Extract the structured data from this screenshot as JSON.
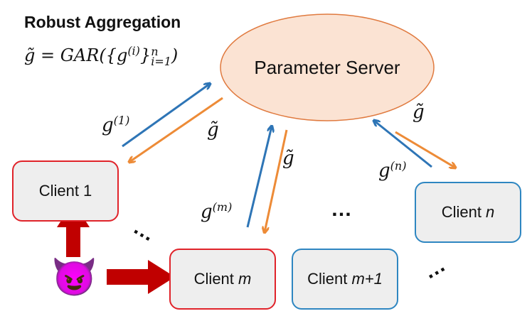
{
  "title": "Robust Aggregation",
  "formula": {
    "lhs": "g̃",
    "eq": " = GAR({g",
    "sup_i": "(i)",
    "close": "}",
    "sub": "i=1",
    "sup_n": "n",
    "end": ")"
  },
  "server": {
    "label": "Parameter Server"
  },
  "clients": {
    "c1": {
      "label": "Client 1"
    },
    "cm": {
      "prefix": "Client ",
      "var": "m"
    },
    "cm1": {
      "prefix": "Client ",
      "var": "m+1"
    },
    "cn": {
      "prefix": "Client ",
      "var": "n"
    }
  },
  "arrow_labels": {
    "g1": {
      "base": "g",
      "sup": "(1)"
    },
    "gm": {
      "base": "g",
      "sup": "(m)"
    },
    "gn": {
      "base": "g",
      "sup": "(n)"
    },
    "gt": "g̃"
  },
  "ellipsis": "…",
  "attacker_emoji": "😈",
  "colors": {
    "blue": "#2e75b6",
    "orange": "#ed8b37",
    "red": "#c00000",
    "client_red": "#e0232a",
    "client_blue": "#2e86c1"
  }
}
